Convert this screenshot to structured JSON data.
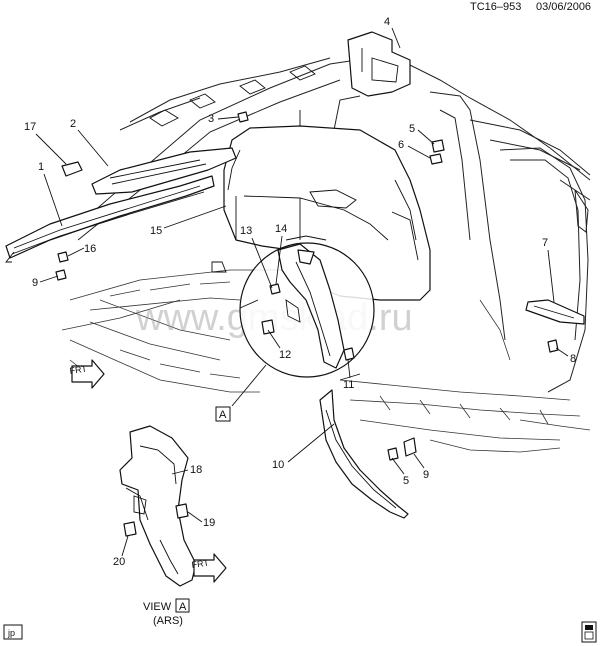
{
  "header": {
    "code": "TC16–953",
    "date": "03/06/2006"
  },
  "watermark": "www.gmsklad.ru",
  "callouts": [
    "1",
    "2",
    "3",
    "4",
    "5",
    "5",
    "6",
    "7",
    "8",
    "9",
    "9",
    "10",
    "11",
    "12",
    "13",
    "14",
    "15",
    "16",
    "17",
    "18",
    "19",
    "20"
  ],
  "view_box_label": "A",
  "view_label": {
    "view": "VIEW",
    "letter": "A",
    "sub": "(ARS)"
  },
  "front_labels": [
    "FRT",
    "FRT"
  ],
  "footer": {
    "left_code": "jp"
  }
}
